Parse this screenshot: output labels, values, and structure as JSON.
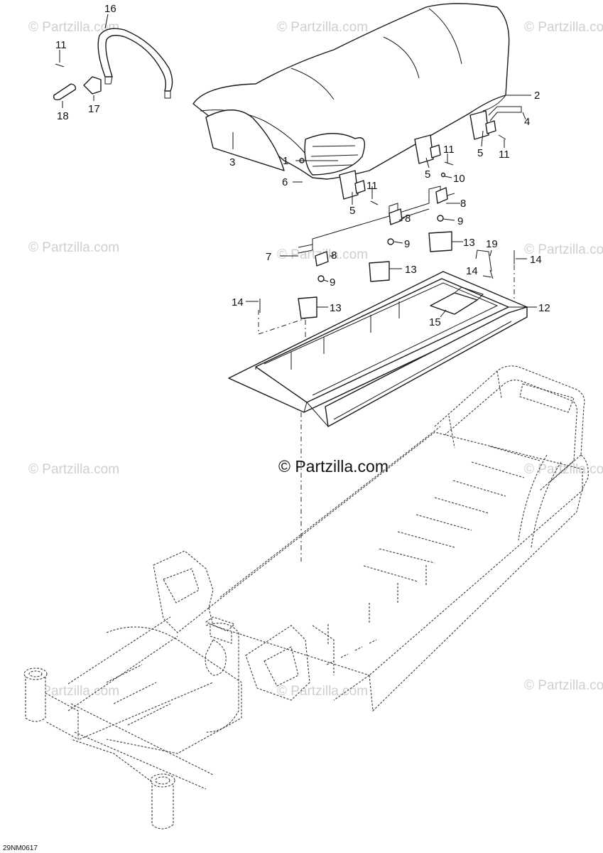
{
  "diagram_code": "29NM0617",
  "watermarks": {
    "main": "© Partzilla.com",
    "faint": "© Partzilla.com"
  },
  "callouts": [
    "1",
    "2",
    "3",
    "4",
    "5",
    "6",
    "7",
    "8",
    "9",
    "10",
    "11",
    "12",
    "13",
    "14",
    "15",
    "16",
    "17",
    "18",
    "19"
  ]
}
